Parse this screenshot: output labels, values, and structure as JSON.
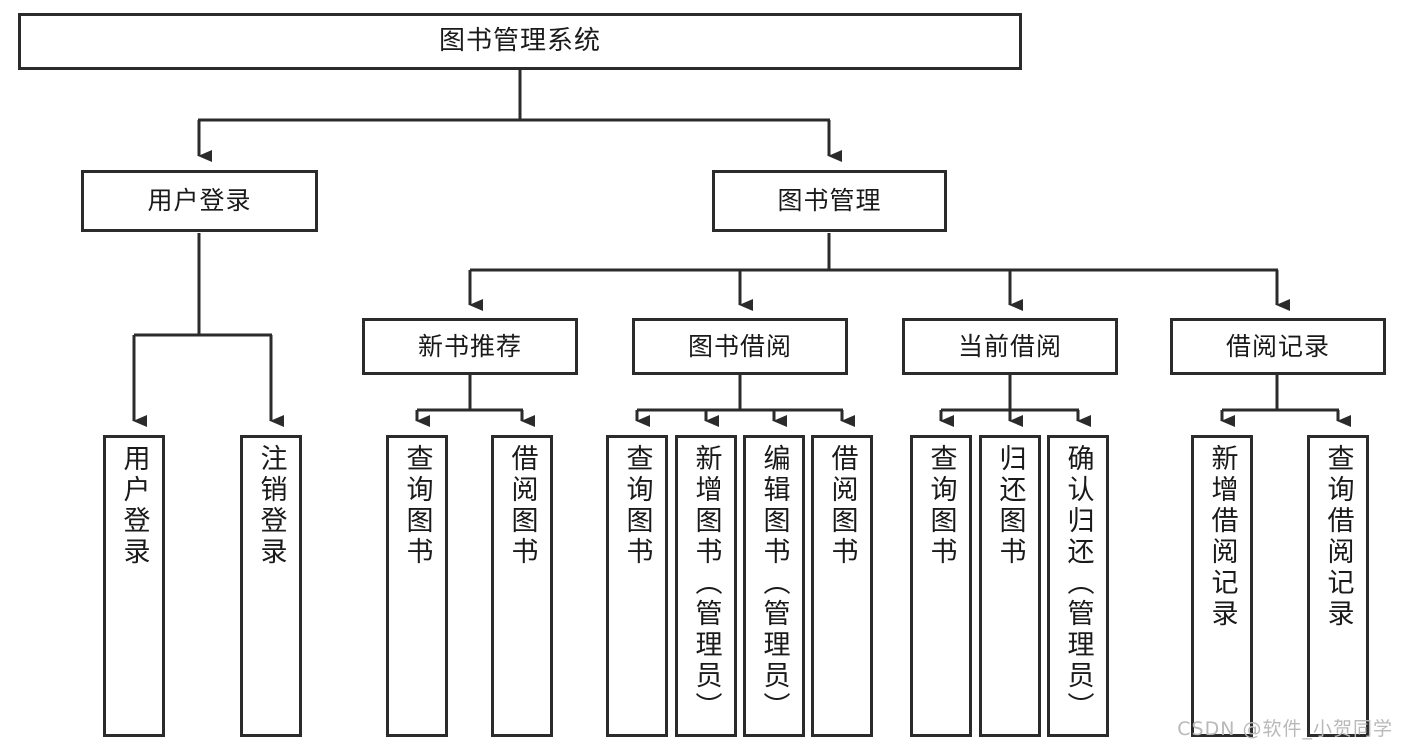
{
  "diagram": {
    "title": "图书管理系统",
    "type": "tree",
    "watermark": "CSDN @软件_小贺同学",
    "colors": {
      "box_border": "#2b2b2b",
      "box_fill": "#ffffff",
      "connector": "#2b2b2b",
      "text": "#1a1a1a",
      "watermark": "#b9b9b9"
    },
    "root": {
      "label": "图书管理系统"
    },
    "level2": [
      {
        "label": "用户登录"
      },
      {
        "label": "图书管理"
      }
    ],
    "level3": [
      {
        "label": "新书推荐"
      },
      {
        "label": "图书借阅"
      },
      {
        "label": "当前借阅"
      },
      {
        "label": "借阅记录"
      }
    ],
    "leaves": {
      "user_login": [
        {
          "label": "用户登录"
        },
        {
          "label": "注销登录"
        }
      ],
      "new_book_recommend": [
        {
          "label": "查询图书"
        },
        {
          "label": "借阅图书"
        }
      ],
      "book_borrow": [
        {
          "label": "查询图书"
        },
        {
          "label": "新增图书（管理员）"
        },
        {
          "label": "编辑图书（管理员）"
        },
        {
          "label": "借阅图书"
        }
      ],
      "current_borrow": [
        {
          "label": "查询图书"
        },
        {
          "label": "归还图书"
        },
        {
          "label": "确认归还（管理员）"
        }
      ],
      "borrow_record": [
        {
          "label": "新增借阅记录"
        },
        {
          "label": "查询借阅记录"
        }
      ]
    }
  }
}
